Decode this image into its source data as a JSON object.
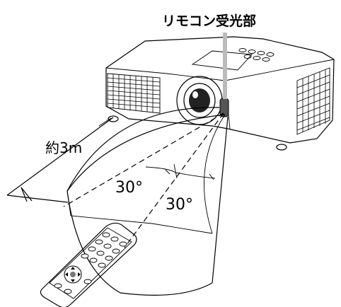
{
  "labels": {
    "receiver": "リモコン受光部",
    "distance": "約3m",
    "angle_left": "30°",
    "angle_right": "30°"
  }
}
